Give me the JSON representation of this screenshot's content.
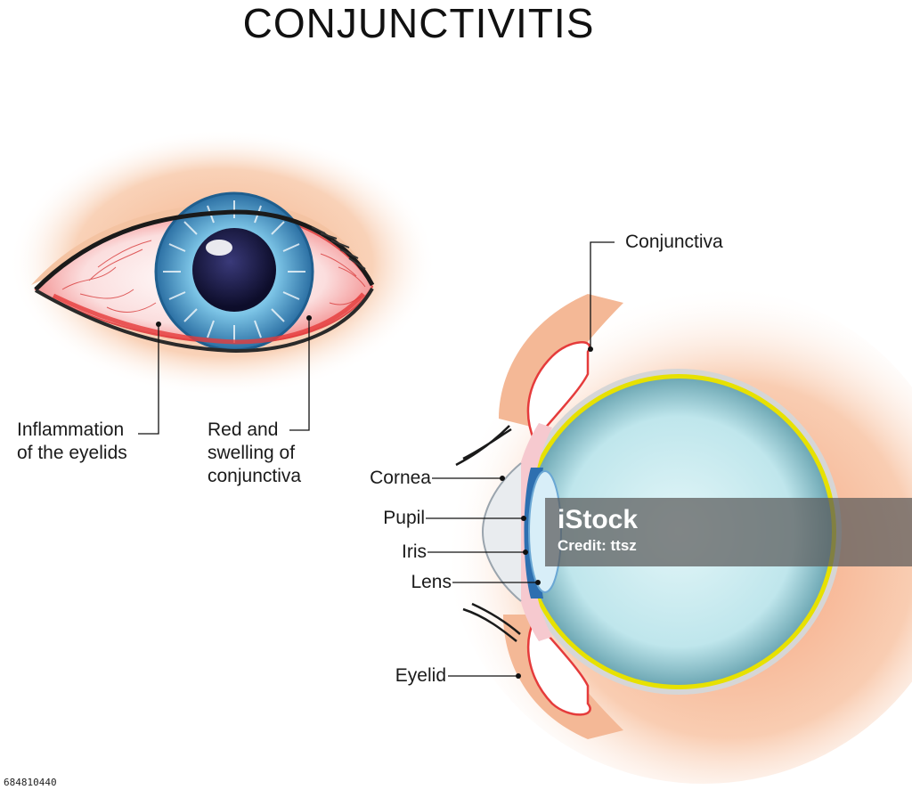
{
  "title": "CONJUNCTIVITIS",
  "front_view": {
    "labels": {
      "eyelids": "Inflammation\nof the eyelids",
      "conjunctiva": "Red and\nswelling of\nconjunctiva"
    }
  },
  "side_view": {
    "labels": {
      "conjunctiva": "Conjunctiva",
      "cornea": "Cornea",
      "pupil": "Pupil",
      "iris": "Iris",
      "lens": "Lens",
      "eyelid": "Eyelid"
    }
  },
  "watermark": {
    "logo": "iStock",
    "credit": "Credit: ttsz"
  },
  "image_id": "684810440",
  "colors": {
    "skin": "#f7c9a8",
    "inflamed": "#f06a6a",
    "iris": "#4a9fd0",
    "eyeball": "#bfe6ec",
    "sclera_rim": "#e7e100"
  }
}
